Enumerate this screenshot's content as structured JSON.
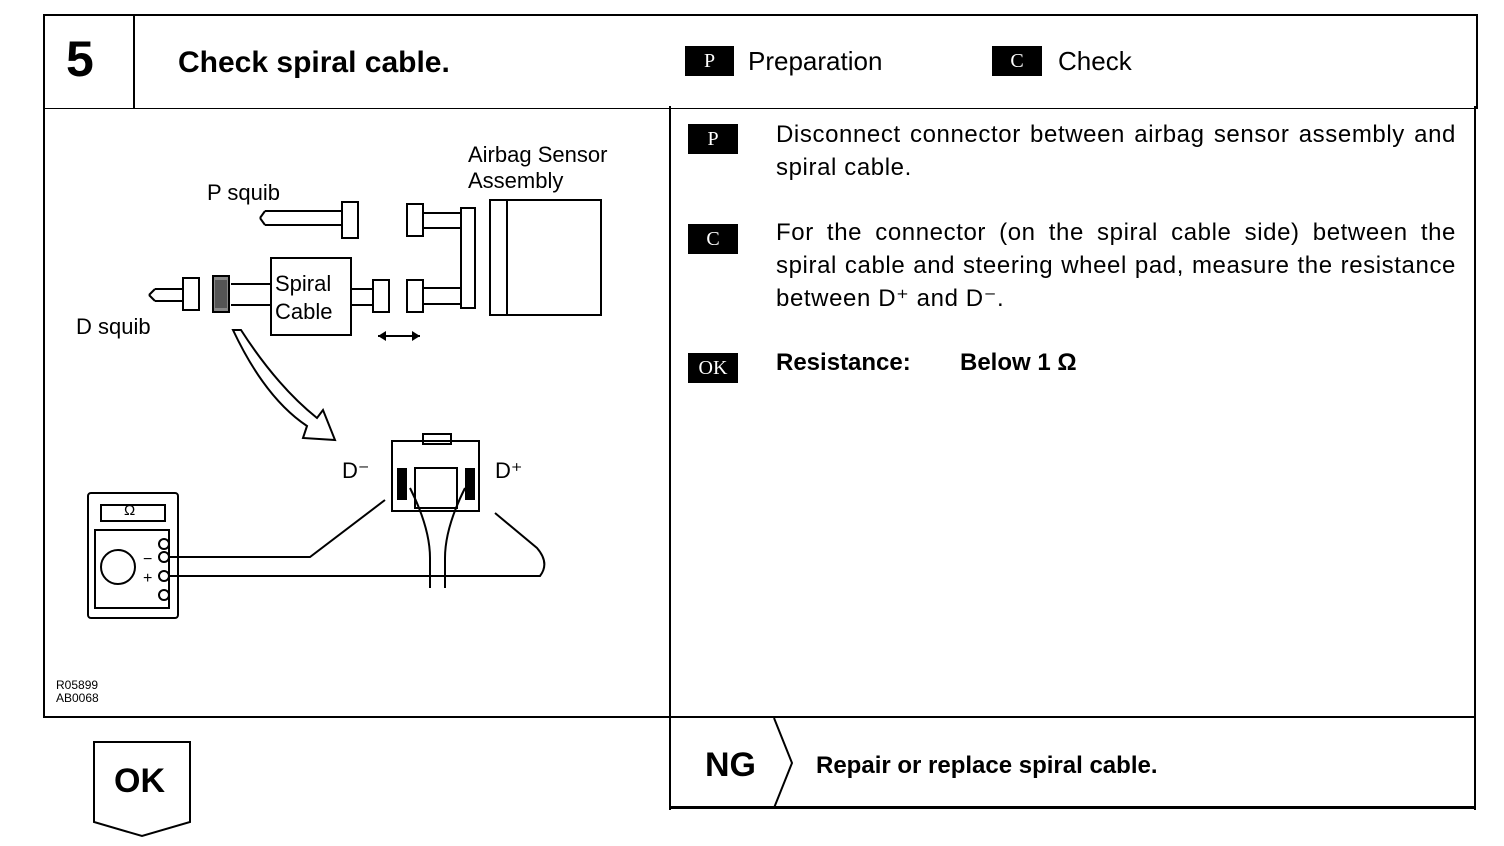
{
  "header": {
    "step_number": "5",
    "title": "Check spiral cable.",
    "legend": [
      {
        "tag": "P",
        "label": "Preparation"
      },
      {
        "tag": "C",
        "label": "Check"
      }
    ]
  },
  "figure": {
    "labels": {
      "airbag_sensor": "Airbag Sensor",
      "assembly": "Assembly",
      "p_squib": "P squib",
      "d_squib": "D squib",
      "spiral": "Spiral",
      "cable": "Cable",
      "d_minus": "D⁻",
      "d_plus": "D⁺",
      "ohm_symbol": "Ω",
      "minus": "−",
      "plus": "+"
    },
    "ref_codes": [
      "R05899",
      "AB0068"
    ]
  },
  "steps": [
    {
      "tag": "P",
      "text": "Disconnect connector between airbag sensor assembly and spiral cable."
    },
    {
      "tag": "C",
      "text": "For the connector (on the spiral cable side) between the spiral cable and steering wheel pad, measure the resistance between D⁺ and D⁻."
    },
    {
      "tag": "OK",
      "label": "Resistance:",
      "value": "Below 1 Ω"
    }
  ],
  "ok_branch": "OK",
  "ng_branch": {
    "label": "NG",
    "action": "Repair or replace spiral cable."
  }
}
